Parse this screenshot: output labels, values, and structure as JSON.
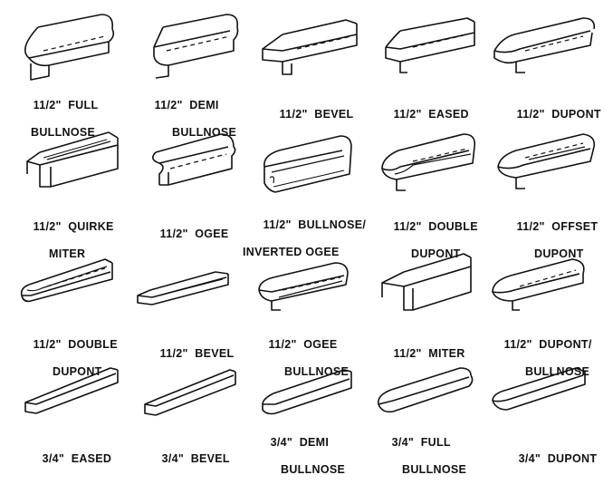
{
  "profiles": [
    {
      "id": "r1c1",
      "line1": "11/2\"  FULL",
      "line2": "BULLNOSE",
      "icon": "full-bullnose-drawing"
    },
    {
      "id": "r1c2",
      "line1": "11/2\"  DEMI",
      "line2": "BULLNOSE",
      "icon": "demi-bullnose-drawing"
    },
    {
      "id": "r1c3",
      "line1": "11/2\"  BEVEL",
      "line2": "",
      "icon": "bevel-drawing"
    },
    {
      "id": "r1c4",
      "line1": "11/2\"  EASED",
      "line2": "",
      "icon": "eased-drawing"
    },
    {
      "id": "r1c5",
      "line1": "11/2\"  DUPONT",
      "line2": "",
      "icon": "dupont-drawing"
    },
    {
      "id": "r2c1",
      "line1": "11/2\"  QUIRKE",
      "line2": "MITER",
      "icon": "quirke-miter-drawing"
    },
    {
      "id": "r2c2",
      "line1": "11/2\"  OGEE",
      "line2": "",
      "icon": "ogee-drawing"
    },
    {
      "id": "r2c3",
      "line1": "11/2\"  BULLNOSE/",
      "line2": "INVERTED OGEE",
      "icon": "bullnose-inverted-ogee-drawing"
    },
    {
      "id": "r2c4",
      "line1": "11/2\"  DOUBLE",
      "line2": "DUPONT",
      "icon": "double-dupont-drawing"
    },
    {
      "id": "r2c5",
      "line1": "11/2\"  OFFSET",
      "line2": "DUPONT",
      "icon": "offset-dupont-drawing"
    },
    {
      "id": "r3c1",
      "line1": "11/2\"  DOUBLE",
      "line2": "DUPONT",
      "icon": "double-dupont-drawing"
    },
    {
      "id": "r3c2",
      "line1": "11/2\"  BEVEL",
      "line2": "",
      "icon": "bevel-drawing"
    },
    {
      "id": "r3c3",
      "line1": "11/2\"  OGEE",
      "line2": "BULLNOSE",
      "icon": "ogee-bullnose-drawing"
    },
    {
      "id": "r3c4",
      "line1": "11/2\"  MITER",
      "line2": "",
      "icon": "miter-drawing"
    },
    {
      "id": "r3c5",
      "line1": "11/2\"  DUPONT/",
      "line2": "BULLNOSE",
      "icon": "dupont-bullnose-drawing"
    },
    {
      "id": "r4c1",
      "line1": "3/4\"  EASED",
      "line2": "",
      "icon": "eased-drawing"
    },
    {
      "id": "r4c2",
      "line1": "3/4\"  BEVEL",
      "line2": "",
      "icon": "bevel-drawing"
    },
    {
      "id": "r4c3",
      "line1": "3/4\"  DEMI",
      "line2": "BULLNOSE",
      "icon": "demi-bullnose-drawing"
    },
    {
      "id": "r4c4",
      "line1": "3/4\"  FULL",
      "line2": "BULLNOSE",
      "icon": "full-bullnose-drawing"
    },
    {
      "id": "r4c5",
      "line1": "3/4\"  DUPONT",
      "line2": "",
      "icon": "dupont-drawing"
    }
  ]
}
